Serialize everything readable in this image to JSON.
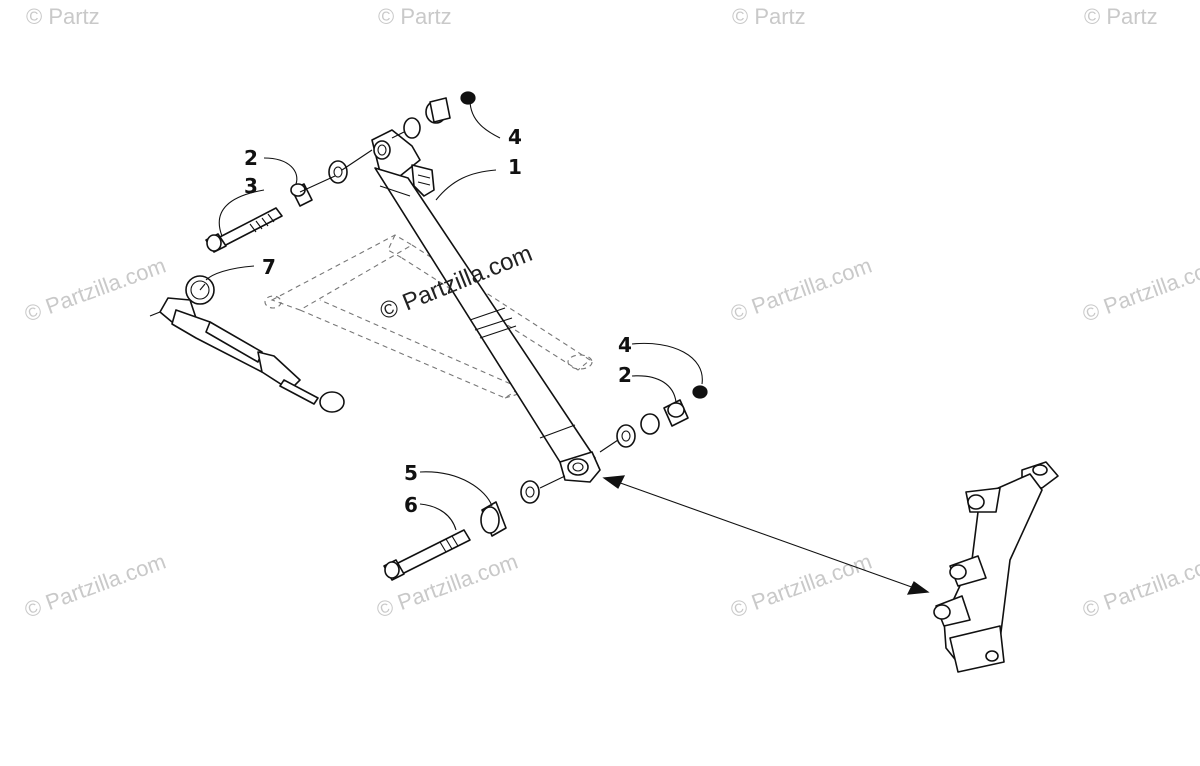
{
  "watermark": {
    "main": "© Partzilla.com",
    "tile": "© Partzilla.com",
    "corner": "© Partz"
  },
  "callouts": {
    "c1": "1",
    "c2a": "2",
    "c2b": "2",
    "c3": "3",
    "c4a": "4",
    "c4b": "4",
    "c5": "5",
    "c6": "6",
    "c7": "7"
  },
  "colors": {
    "line": "#111111",
    "watermark": "#c9c9c9",
    "background": "#ffffff"
  }
}
